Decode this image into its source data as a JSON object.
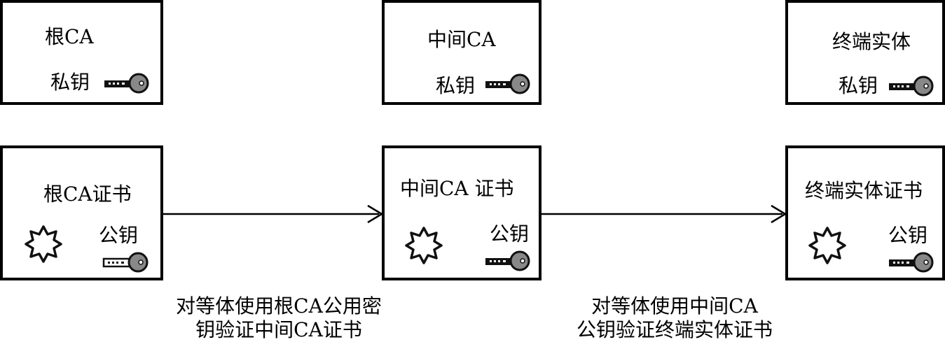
{
  "top": {
    "root": {
      "title": "根CA",
      "key_label": "私钥"
    },
    "intermediate": {
      "title": "中间CA",
      "key_label": "私钥"
    },
    "end": {
      "title": "终端实体",
      "key_label": "私钥"
    }
  },
  "bottom": {
    "root_cert": {
      "title": "根CA证书",
      "key_label": "公钥"
    },
    "intermediate_cert": {
      "title": "中间CA 证书",
      "key_label": "公钥"
    },
    "end_cert": {
      "title": "终端实体证书",
      "key_label": "公钥"
    }
  },
  "captions": {
    "left_line1": "对等体使用根CA公用密",
    "left_line2": "钥验证中间CA证书",
    "right_line1": "对等体使用中间CA",
    "right_line2": "公钥验证终端实体证书"
  }
}
